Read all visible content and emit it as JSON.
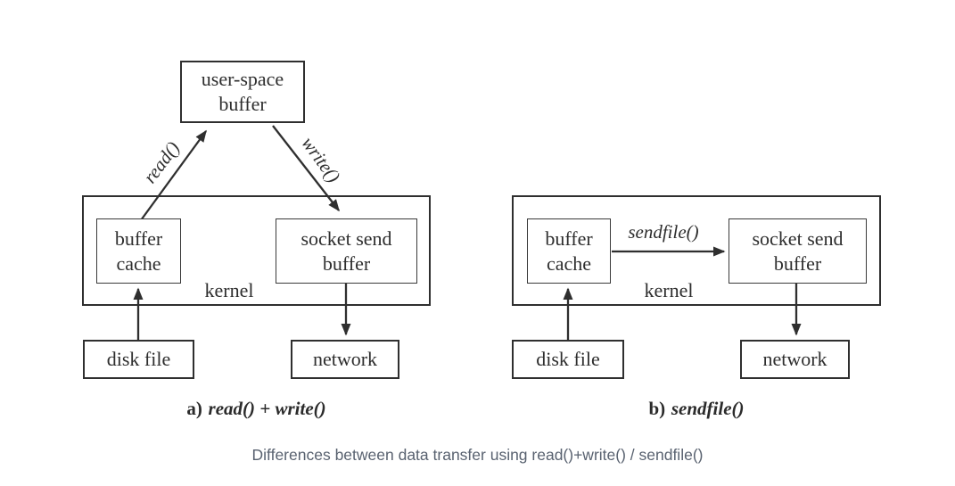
{
  "colors": {
    "diagram_line": "#2f2f2f",
    "diagram_text": "#2e2e2e",
    "figure_caption_text": "#596270",
    "background": "#ffffff"
  },
  "figure_caption": "Differences between data transfer using read()+write() / sendfile()",
  "panel_a": {
    "caption_prefix": "a)",
    "caption_funcs": "read() + write()",
    "user_space_buffer_line1": "user-space",
    "user_space_buffer_line2": "buffer",
    "buffer_cache_line1": "buffer",
    "buffer_cache_line2": "cache",
    "socket_send_buffer_line1": "socket send",
    "socket_send_buffer_line2": "buffer",
    "kernel_label": "kernel",
    "disk_file_label": "disk file",
    "network_label": "network",
    "read_arrow_label": "read()",
    "write_arrow_label": "write()"
  },
  "panel_b": {
    "caption_prefix": "b)",
    "caption_funcs": "sendfile()",
    "buffer_cache_line1": "buffer",
    "buffer_cache_line2": "cache",
    "socket_send_buffer_line1": "socket send",
    "socket_send_buffer_line2": "buffer",
    "kernel_label": "kernel",
    "disk_file_label": "disk file",
    "network_label": "network",
    "sendfile_arrow_label": "sendfile()"
  }
}
